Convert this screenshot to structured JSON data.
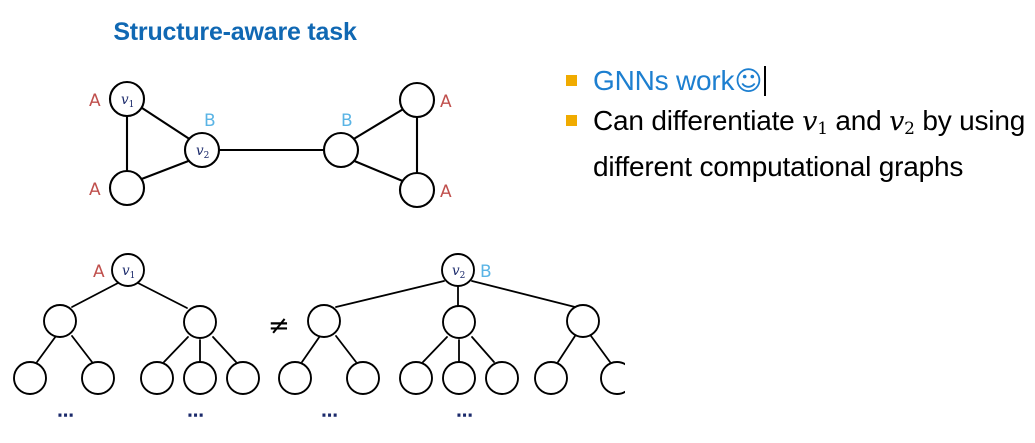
{
  "title": "Structure-aware task",
  "colors": {
    "title_blue": "#1068b3",
    "label_a_red": "#c0504d",
    "label_b_blue": "#5ab4e5",
    "bullet_orange": "#f0ab00",
    "accent_blue": "#1d7fd0",
    "node_stroke": "#000000",
    "node_fill": "#ffffff"
  },
  "graph": {
    "name": "two-triangle-graph",
    "node_labels": {
      "v1": "v",
      "v1_sub": "1",
      "v2": "v",
      "v2_sub": "2"
    },
    "class_labels": {
      "a": "A",
      "b": "B"
    },
    "left_triangle": [
      "A",
      "B",
      "A"
    ],
    "right_triangle": [
      "B",
      "A",
      "A"
    ]
  },
  "trees": {
    "name": "computational-graphs",
    "left_root_label": "A",
    "left_root_var": "v",
    "left_root_sub": "1",
    "right_root_var": "v",
    "right_root_sub": "2",
    "right_root_label": "B",
    "relation": "≠",
    "ellipsis": "…",
    "left_branch_degrees": [
      2,
      3
    ],
    "right_branch_degrees": [
      2,
      3,
      2
    ]
  },
  "bullets": [
    {
      "text": "GNNs work",
      "emoji": "☺",
      "accent": true,
      "has_caret": true
    },
    {
      "prefix": "Can differentiate ",
      "var1": "v",
      "var1_sub": "1",
      "mid": " and ",
      "var2": "v",
      "var2_sub": "2",
      "suffix": " by using different computational graphs",
      "accent": false
    }
  ]
}
